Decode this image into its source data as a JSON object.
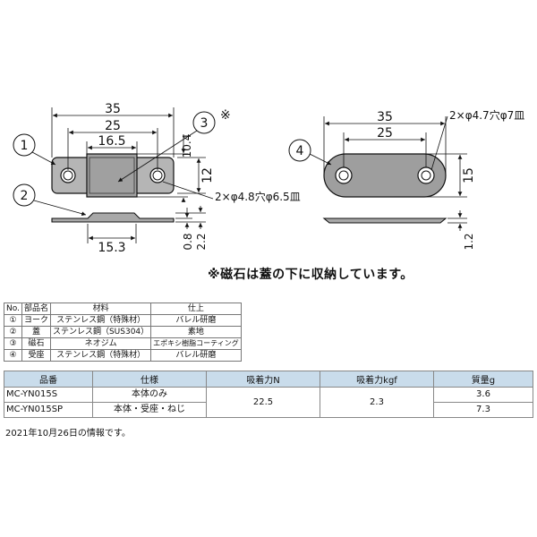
{
  "drawing_left": {
    "dim_35": "35",
    "dim_25": "25",
    "dim_16_5": "16.5",
    "dim_15_3": "15.3",
    "dim_10_4": "10.4",
    "dim_12": "12",
    "dim_0_8": "0.8",
    "dim_2_2": "2.2",
    "hole_spec": "2×φ4.8穴φ6.5皿",
    "callout_1": "1",
    "callout_2": "2",
    "callout_3": "3",
    "callout_mark": "※"
  },
  "drawing_right": {
    "dim_35": "35",
    "dim_25": "25",
    "dim_15": "15",
    "dim_1_2": "1.2",
    "hole_spec": "2×φ4.7穴φ7皿",
    "callout_4": "4"
  },
  "note": "※磁石は蓋の下に収納しています。",
  "parts_table": {
    "headers": [
      "No.",
      "部品名",
      "材料",
      "仕上"
    ],
    "rows": [
      [
        "①",
        "ヨーク",
        "ステンレス鋼（特殊材）",
        "バレル研磨"
      ],
      [
        "②",
        "蓋",
        "ステンレス鋼（SUS304）",
        "素地"
      ],
      [
        "③",
        "磁石",
        "ネオジム",
        "エポキシ樹脂コーティング"
      ],
      [
        "④",
        "受座",
        "ステンレス鋼（特殊材）",
        "バレル研磨"
      ]
    ]
  },
  "spec_table": {
    "headers": [
      "品番",
      "仕様",
      "吸着力N",
      "吸着力kgf",
      "質量g"
    ],
    "rows": [
      {
        "code": "MC-YN015S",
        "spec": "本体のみ",
        "mass": "3.6"
      },
      {
        "code": "MC-YN015SP",
        "spec": "本体・受座・ねじ",
        "mass": "7.3"
      }
    ],
    "force_n": "22.5",
    "force_kgf": "2.3"
  },
  "footnote": "2021年10月26日の情報です。"
}
